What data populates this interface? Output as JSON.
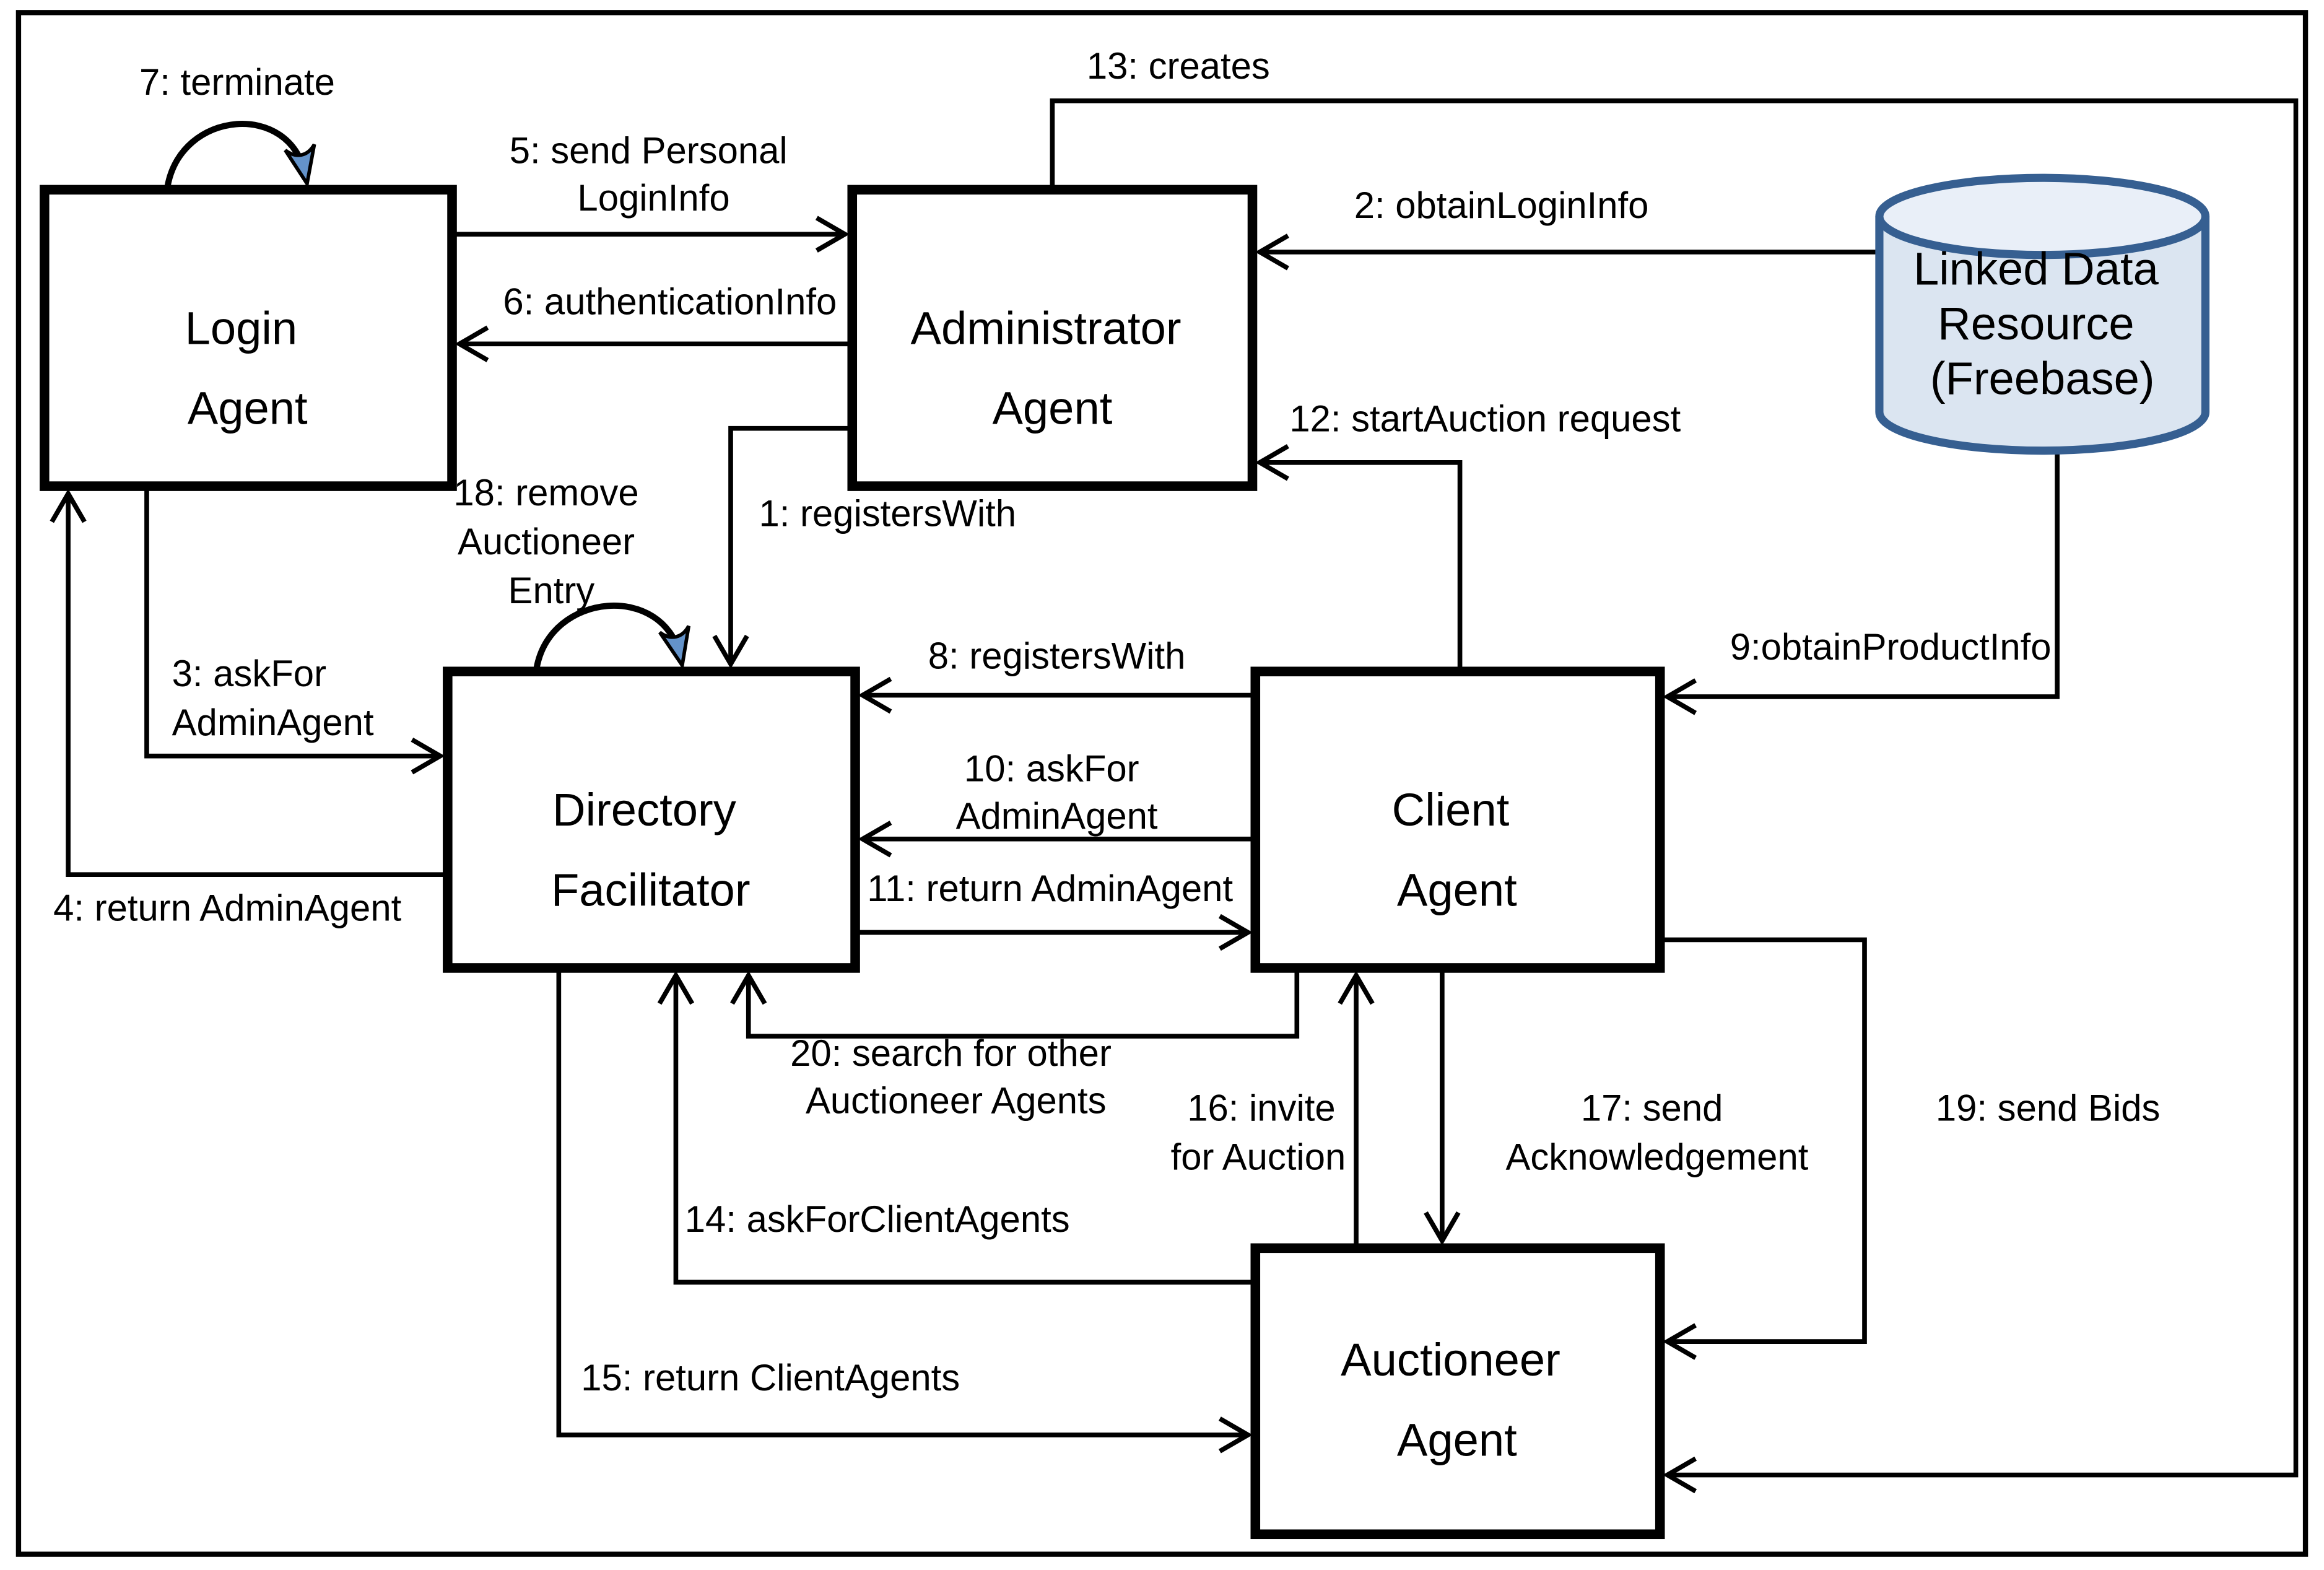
{
  "diagram": {
    "kind": "agent-communication-diagram",
    "colors": {
      "line": "#000000",
      "node_fill": "#ffffff",
      "node_stroke": "#000000",
      "cylinder_fill": "#dbe5f1",
      "cylinder_top_fill": "#e9eff8",
      "cylinder_stroke": "#365f91",
      "self_loop_arrow_fill": "#6493ca",
      "background": "#ffffff"
    },
    "nodes": {
      "login": {
        "shape": "rectangle",
        "lines": [
          "Login",
          "Agent"
        ]
      },
      "administrator": {
        "shape": "rectangle",
        "lines": [
          "Administrator",
          "Agent"
        ]
      },
      "linked_data": {
        "shape": "cylinder",
        "lines": [
          "Linked Data",
          "Resource",
          "(Freebase)"
        ]
      },
      "directory_facilitator": {
        "shape": "rectangle",
        "lines": [
          "Directory",
          "Facilitator"
        ]
      },
      "client": {
        "shape": "rectangle",
        "lines": [
          "Client",
          "Agent"
        ]
      },
      "auctioneer": {
        "shape": "rectangle",
        "lines": [
          "Auctioneer",
          "Agent"
        ]
      }
    },
    "edges": {
      "e1": {
        "lines": [
          "1: registersWith"
        ],
        "from": "administrator",
        "to": "directory_facilitator",
        "arrow": "open"
      },
      "e2": {
        "lines": [
          "2: obtainLoginInfo"
        ],
        "from": "linked_data",
        "to": "administrator",
        "arrow": "open"
      },
      "e3": {
        "lines": [
          "3: askFor",
          "AdminAgent"
        ],
        "from": "login",
        "to": "directory_facilitator",
        "arrow": "open"
      },
      "e4": {
        "lines": [
          "4: return AdminAgent"
        ],
        "from": "directory_facilitator",
        "to": "login",
        "arrow": "open"
      },
      "e5": {
        "lines": [
          "5: send Personal",
          "LoginInfo"
        ],
        "from": "login",
        "to": "administrator",
        "arrow": "open"
      },
      "e6": {
        "lines": [
          "6: authenticationInfo"
        ],
        "from": "administrator",
        "to": "login",
        "arrow": "open"
      },
      "e7": {
        "lines": [
          "7: terminate"
        ],
        "from": "login",
        "to": "login",
        "arrow": "self-loop"
      },
      "e8": {
        "lines": [
          "8: registersWith"
        ],
        "from": "client",
        "to": "directory_facilitator",
        "arrow": "open"
      },
      "e9": {
        "lines": [
          "9:obtainProductInfo"
        ],
        "from": "linked_data",
        "to": "client",
        "arrow": "open"
      },
      "e10": {
        "lines": [
          "10: askFor",
          "AdminAgent"
        ],
        "from": "client",
        "to": "directory_facilitator",
        "arrow": "open"
      },
      "e11": {
        "lines": [
          "11: return AdminAgent"
        ],
        "from": "directory_facilitator",
        "to": "client",
        "arrow": "open"
      },
      "e12": {
        "lines": [
          "12: startAuction request"
        ],
        "from": "client",
        "to": "administrator",
        "arrow": "open"
      },
      "e13": {
        "lines": [
          "13: creates"
        ],
        "from": "administrator",
        "to": "auctioneer",
        "arrow": "open"
      },
      "e14": {
        "lines": [
          "14: askForClientAgents"
        ],
        "from": "auctioneer",
        "to": "directory_facilitator",
        "arrow": "open"
      },
      "e15": {
        "lines": [
          "15: return ClientAgents"
        ],
        "from": "directory_facilitator",
        "to": "auctioneer",
        "arrow": "open"
      },
      "e16": {
        "lines": [
          "16: invite",
          "for Auction"
        ],
        "from": "auctioneer",
        "to": "client",
        "arrow": "open"
      },
      "e17": {
        "lines": [
          "17: send",
          "Acknowledgement"
        ],
        "from": "client",
        "to": "auctioneer",
        "arrow": "open"
      },
      "e18": {
        "lines": [
          "18: remove",
          "Auctioneer",
          "Entry"
        ],
        "from": "directory_facilitator",
        "to": "directory_facilitator",
        "arrow": "self-loop"
      },
      "e19": {
        "lines": [
          "19: send Bids"
        ],
        "from": "client",
        "to": "auctioneer",
        "arrow": "open"
      },
      "e20": {
        "lines": [
          "20: search for other",
          "Auctioneer Agents"
        ],
        "from": "client",
        "to": "directory_facilitator",
        "arrow": "open"
      }
    }
  }
}
